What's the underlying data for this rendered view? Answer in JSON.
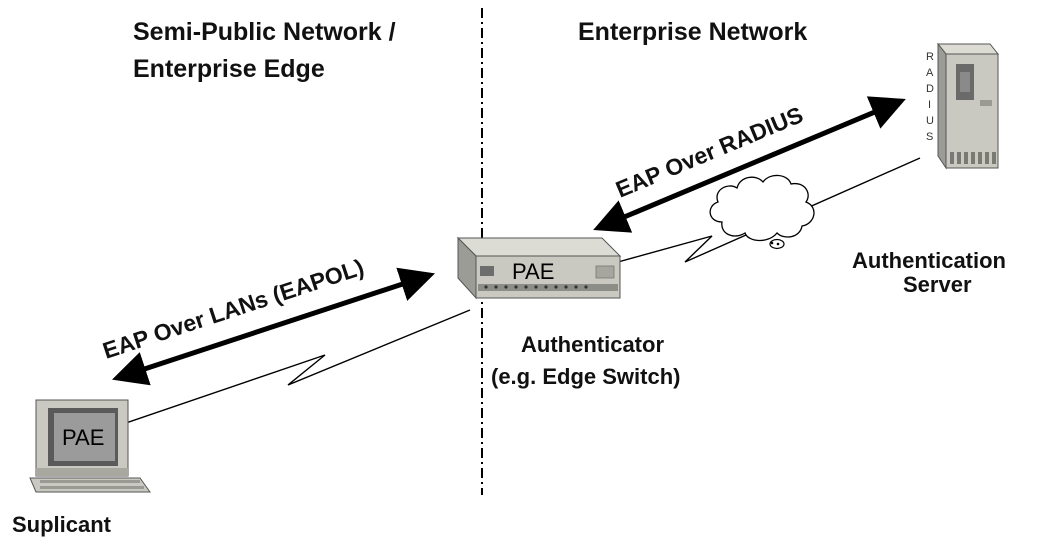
{
  "zones": {
    "left_title_line1": "Semi-Public Network /",
    "left_title_line2": "Enterprise Edge",
    "right_title": "Enterprise Network"
  },
  "nodes": {
    "supplicant": {
      "label": "Suplicant",
      "pae": "PAE",
      "icon": "desktop-computer-icon"
    },
    "authenticator": {
      "label_line1": "Authenticator",
      "label_line2": "(e.g. Edge Switch)",
      "pae": "PAE",
      "icon": "network-switch-icon"
    },
    "server": {
      "label_line1": "Authentication",
      "label_line2": "Server",
      "radius_letters": [
        "R",
        "A",
        "D",
        "I",
        "U",
        "S"
      ],
      "icon": "server-tower-icon"
    }
  },
  "links": {
    "eapol": "EAP Over LANs (EAPOL)",
    "eap_radius": "EAP Over RADIUS"
  },
  "colors": {
    "device_body": "#c9c9c1",
    "device_shadow": "#8c8c86",
    "screen_dark": "#5a5a5a",
    "screen_face": "#9b9b9b",
    "line": "#000000"
  }
}
